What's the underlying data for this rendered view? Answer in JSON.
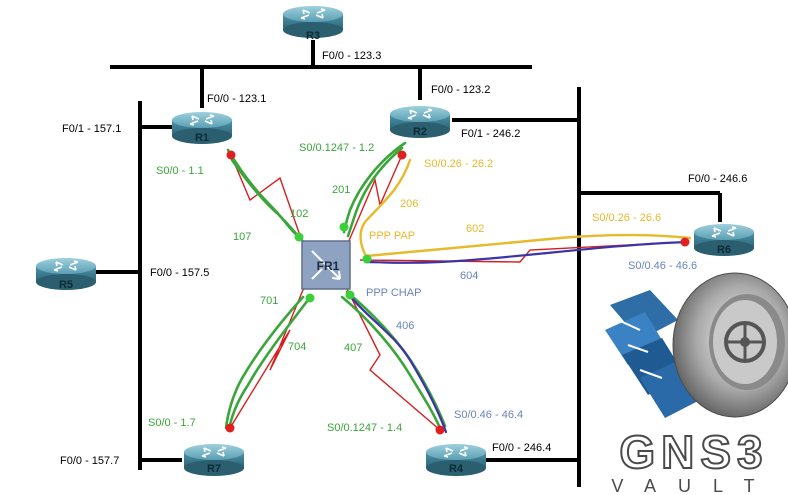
{
  "colors": {
    "ethernet": "#000000",
    "router_body": "#3f7f94",
    "router_top": "#6fb3c7",
    "fr_switch": "#8ea3c1",
    "green_label": "#3aa63a",
    "green_line": "#3aa63a",
    "yellow": "#e8b92a",
    "blue_line": "#3a34a8",
    "blue_label": "#6a84b8",
    "red_line": "#d42020",
    "dot_red": "#e02020",
    "dot_green": "#3ad03a",
    "logo_text": "#4a4a4a"
  },
  "routers": {
    "r3": {
      "label": "R3"
    },
    "r1": {
      "label": "R1"
    },
    "r2": {
      "label": "R2"
    },
    "r5": {
      "label": "R5"
    },
    "r6": {
      "label": "R6"
    },
    "r7": {
      "label": "R7"
    },
    "r4": {
      "label": "R4"
    }
  },
  "fr_switch": {
    "label": "FR1"
  },
  "interfaces": {
    "r3_f00": "F0/0 - 123.3",
    "r1_f00": "F0/0 - 123.1",
    "r2_f00": "F0/0 - 123.2",
    "r1_f01": "F0/1 - 157.1",
    "r2_f01": "F0/1 - 246.2",
    "r5_f00": "F0/0 - 157.5",
    "r6_f00": "F0/0 - 246.6",
    "r7_f00": "F0/0 - 157.7",
    "r4_f00": "F0/0 - 246.4",
    "r1_s00": "S0/0 - 1.1",
    "r2_s01247": "S0/0.1247 - 1.2",
    "r2_s026": "S0/0.26 - 26.2",
    "r6_s026": "S0/0.26 - 26.6",
    "r6_s046": "S0/0.46 - 46.6",
    "r7_s00": "S0/0 - 1.7",
    "r4_s01247": "S0/0.1247 - 1.4",
    "r4_s046": "S0/0.46 - 46.4"
  },
  "dlci": {
    "d102": "102",
    "d107": "107",
    "d201": "201",
    "d206": "206",
    "d602": "602",
    "d604": "604",
    "d701": "701",
    "d704": "704",
    "d407": "407",
    "d406": "406"
  },
  "ppp": {
    "pap": "PPP PAP",
    "chap": "PPP CHAP"
  },
  "logo": {
    "line1": "GNS3",
    "line2": "VAULT"
  }
}
